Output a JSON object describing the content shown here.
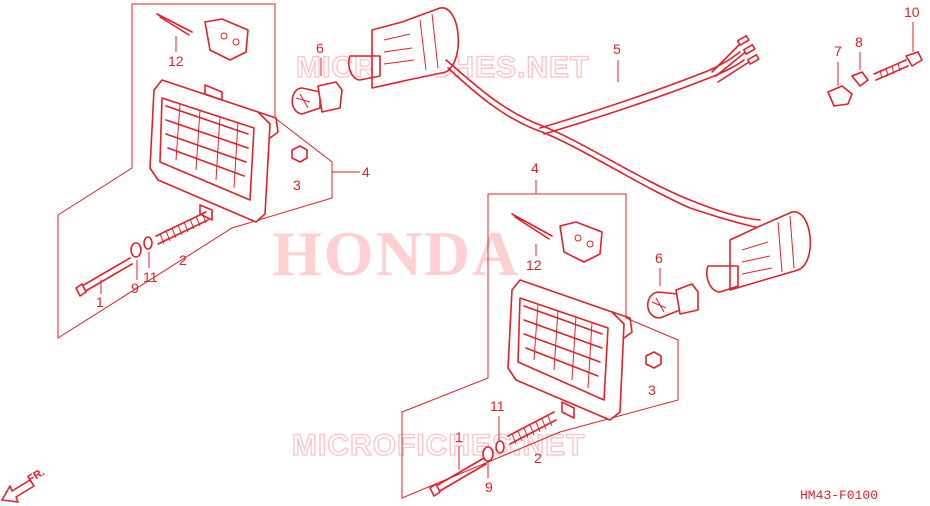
{
  "watermarks": {
    "brand": "HONDA",
    "site_top": "MICROFICHES.NET",
    "site_bottom": "MICROFICHES.NET"
  },
  "diagram_code": "HM43-F0100",
  "direction_label": "FR.",
  "colors": {
    "line": "#e2202a",
    "watermark": "#ffc8cc",
    "background": "#ffffff"
  },
  "callouts": {
    "left_lamp": {
      "bolt": "1",
      "spring": "2",
      "nut": "3",
      "lamp_assembly": "4",
      "washer": "9",
      "lock_washer": "11",
      "clip": "12"
    },
    "right_lamp": {
      "bolt": "1",
      "spring": "2",
      "nut": "3",
      "lamp_assembly": "4",
      "washer": "9",
      "lock_washer": "11",
      "clip": "12"
    },
    "bulb_left": "6",
    "bulb_right": "6",
    "harness": "5",
    "collar": "7",
    "spacer": "8",
    "screw": "10"
  }
}
